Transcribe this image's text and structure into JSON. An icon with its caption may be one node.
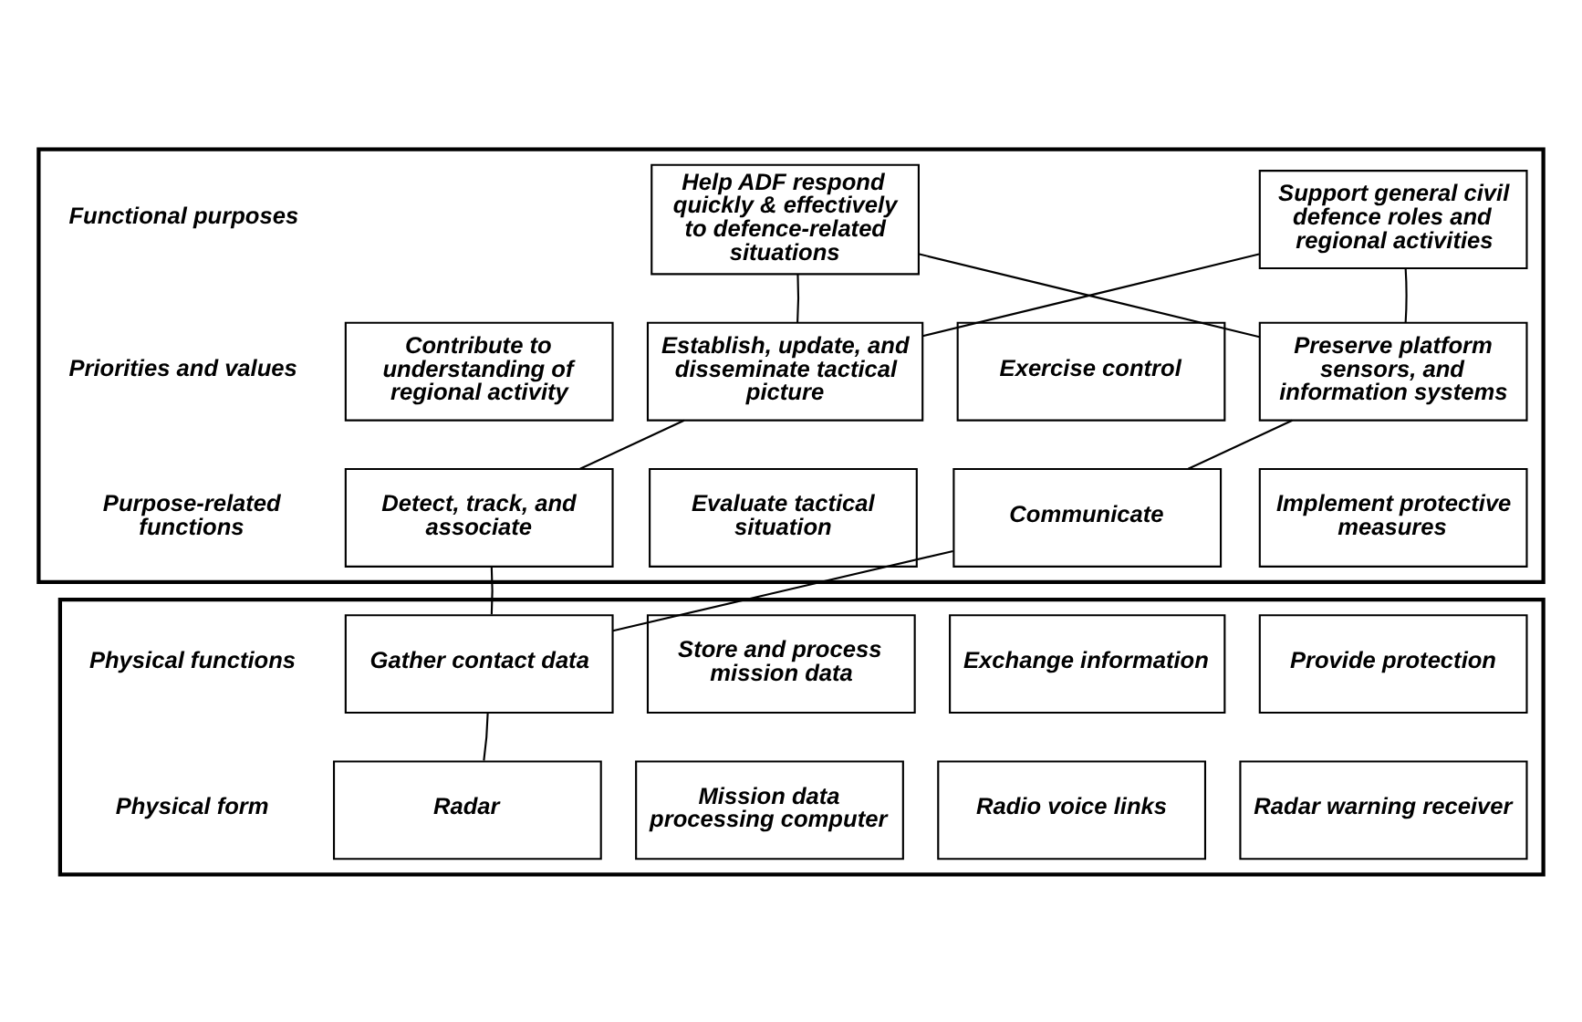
{
  "diagram": {
    "nodes": [
      {
        "text": [],
        "shape": "box"
      },
      {
        "text": [
          "Help ADF respond quickly & effectively to defence-related situations"
        ],
        "in": 0
      },
      {
        "text": [
          "Support general civil defence roles and regional activities"
        ],
        "in": 0
      },
      {
        "text": [
          "Contribute to understanding of regional activity"
        ],
        "in": 0
      },
      {
        "text": [
          "Establish, update, and disseminate tactical picture"
        ],
        "in": 0
      },
      {
        "text": [
          "Exercise control"
        ],
        "in": 0
      },
      {
        "text": [
          "Preserve platform sensors, and information systems"
        ],
        "in": 0
      },
      {
        "text": [
          "Detect, track, and associate"
        ],
        "in": 0
      },
      {
        "text": [
          "Evaluate tactical situation"
        ],
        "in": 0
      },
      {
        "text": [
          "Communicate"
        ],
        "in": 0
      },
      {
        "text": [
          "Implement protective measures"
        ],
        "in": 0
      },
      {
        "text": [],
        "shape": "box"
      },
      {
        "text": [
          "Gather contact data"
        ],
        "in": 11
      },
      {
        "text": [
          "Store and process mission data"
        ],
        "in": 11
      },
      {
        "text": [
          "Exchange information"
        ],
        "in": 11
      },
      {
        "text": [
          "Provide protection"
        ],
        "in": 11
      },
      {
        "text": [
          "Radar"
        ],
        "in": 11
      },
      {
        "text": [
          "Mission data processing computer"
        ],
        "in": 11
      },
      {
        "text": [
          "Radio voice links"
        ],
        "in": 11
      },
      {
        "text": [
          "Radar warning receiver"
        ],
        "in": 11
      }
    ],
    "edges": [
      {
        "from": 1,
        "to": 4,
        "arrow": "none"
      },
      {
        "from": 1,
        "to": 6,
        "arrow": "none"
      },
      {
        "from": 2,
        "to": 4,
        "arrow": "none"
      },
      {
        "from": 2,
        "to": 6,
        "arrow": "none"
      },
      {
        "from": 4,
        "to": 7,
        "arrow": "none"
      },
      {
        "from": 6,
        "to": 9,
        "arrow": "none"
      },
      {
        "from": 7,
        "to": 12,
        "arrow": "none"
      },
      {
        "from": 9,
        "to": 12,
        "arrow": "none"
      },
      {
        "from": 12,
        "to": 16,
        "arrow": "none"
      }
    ],
    "labels": [
      "Functional purposes",
      "Priorities and values",
      "Purpose-related functions",
      "Physical functions",
      "Physical form"
    ]
  }
}
